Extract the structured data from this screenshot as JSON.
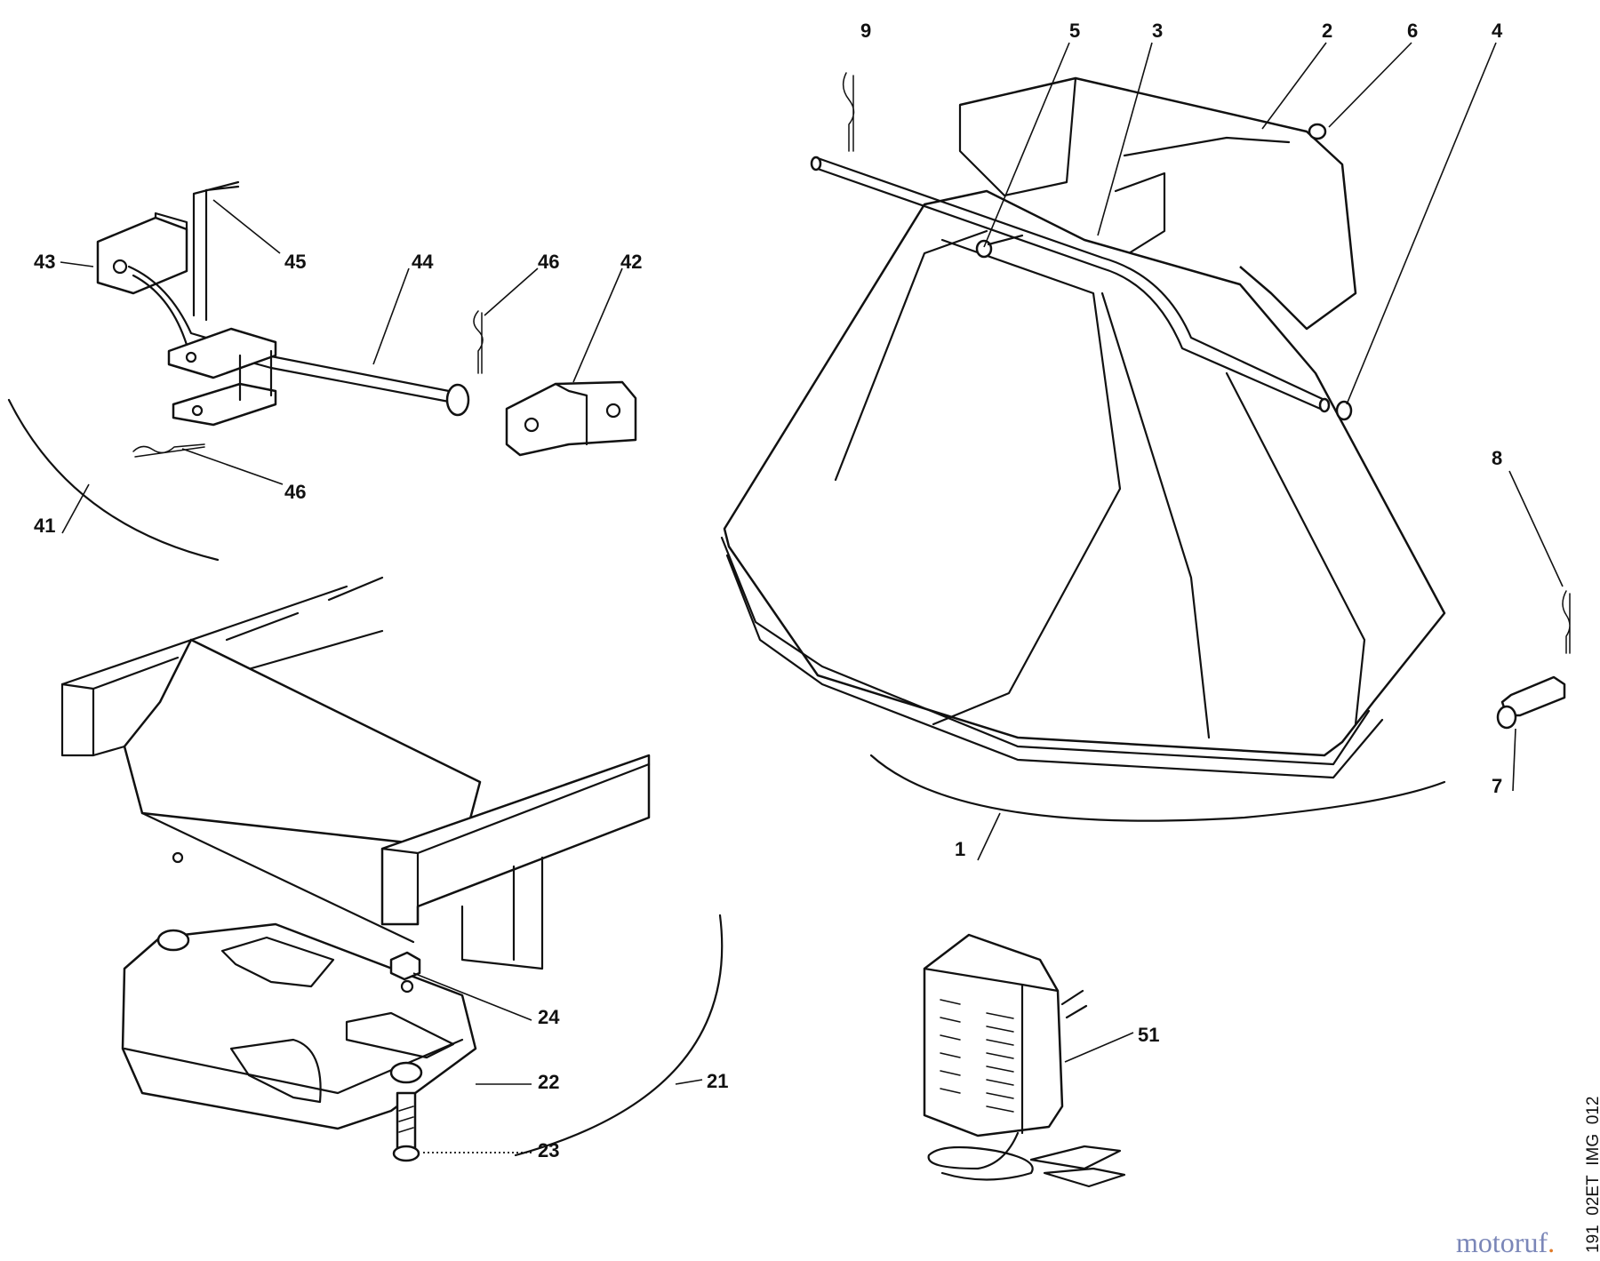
{
  "diagram": {
    "callouts": {
      "c1": "1",
      "c2": "2",
      "c3": "3",
      "c4": "4",
      "c5": "5",
      "c6": "6",
      "c7": "7",
      "c8": "8",
      "c9": "9",
      "c21": "21",
      "c22": "22",
      "c23": "23",
      "c24": "24",
      "c41": "41",
      "c42": "42",
      "c43": "43",
      "c44": "44",
      "c45": "45",
      "c46a": "46",
      "c46b": "46",
      "c51": "51"
    },
    "image_code": "191_02ET_IMG_012",
    "watermark": {
      "main": "motoruf",
      "accent": "."
    }
  }
}
